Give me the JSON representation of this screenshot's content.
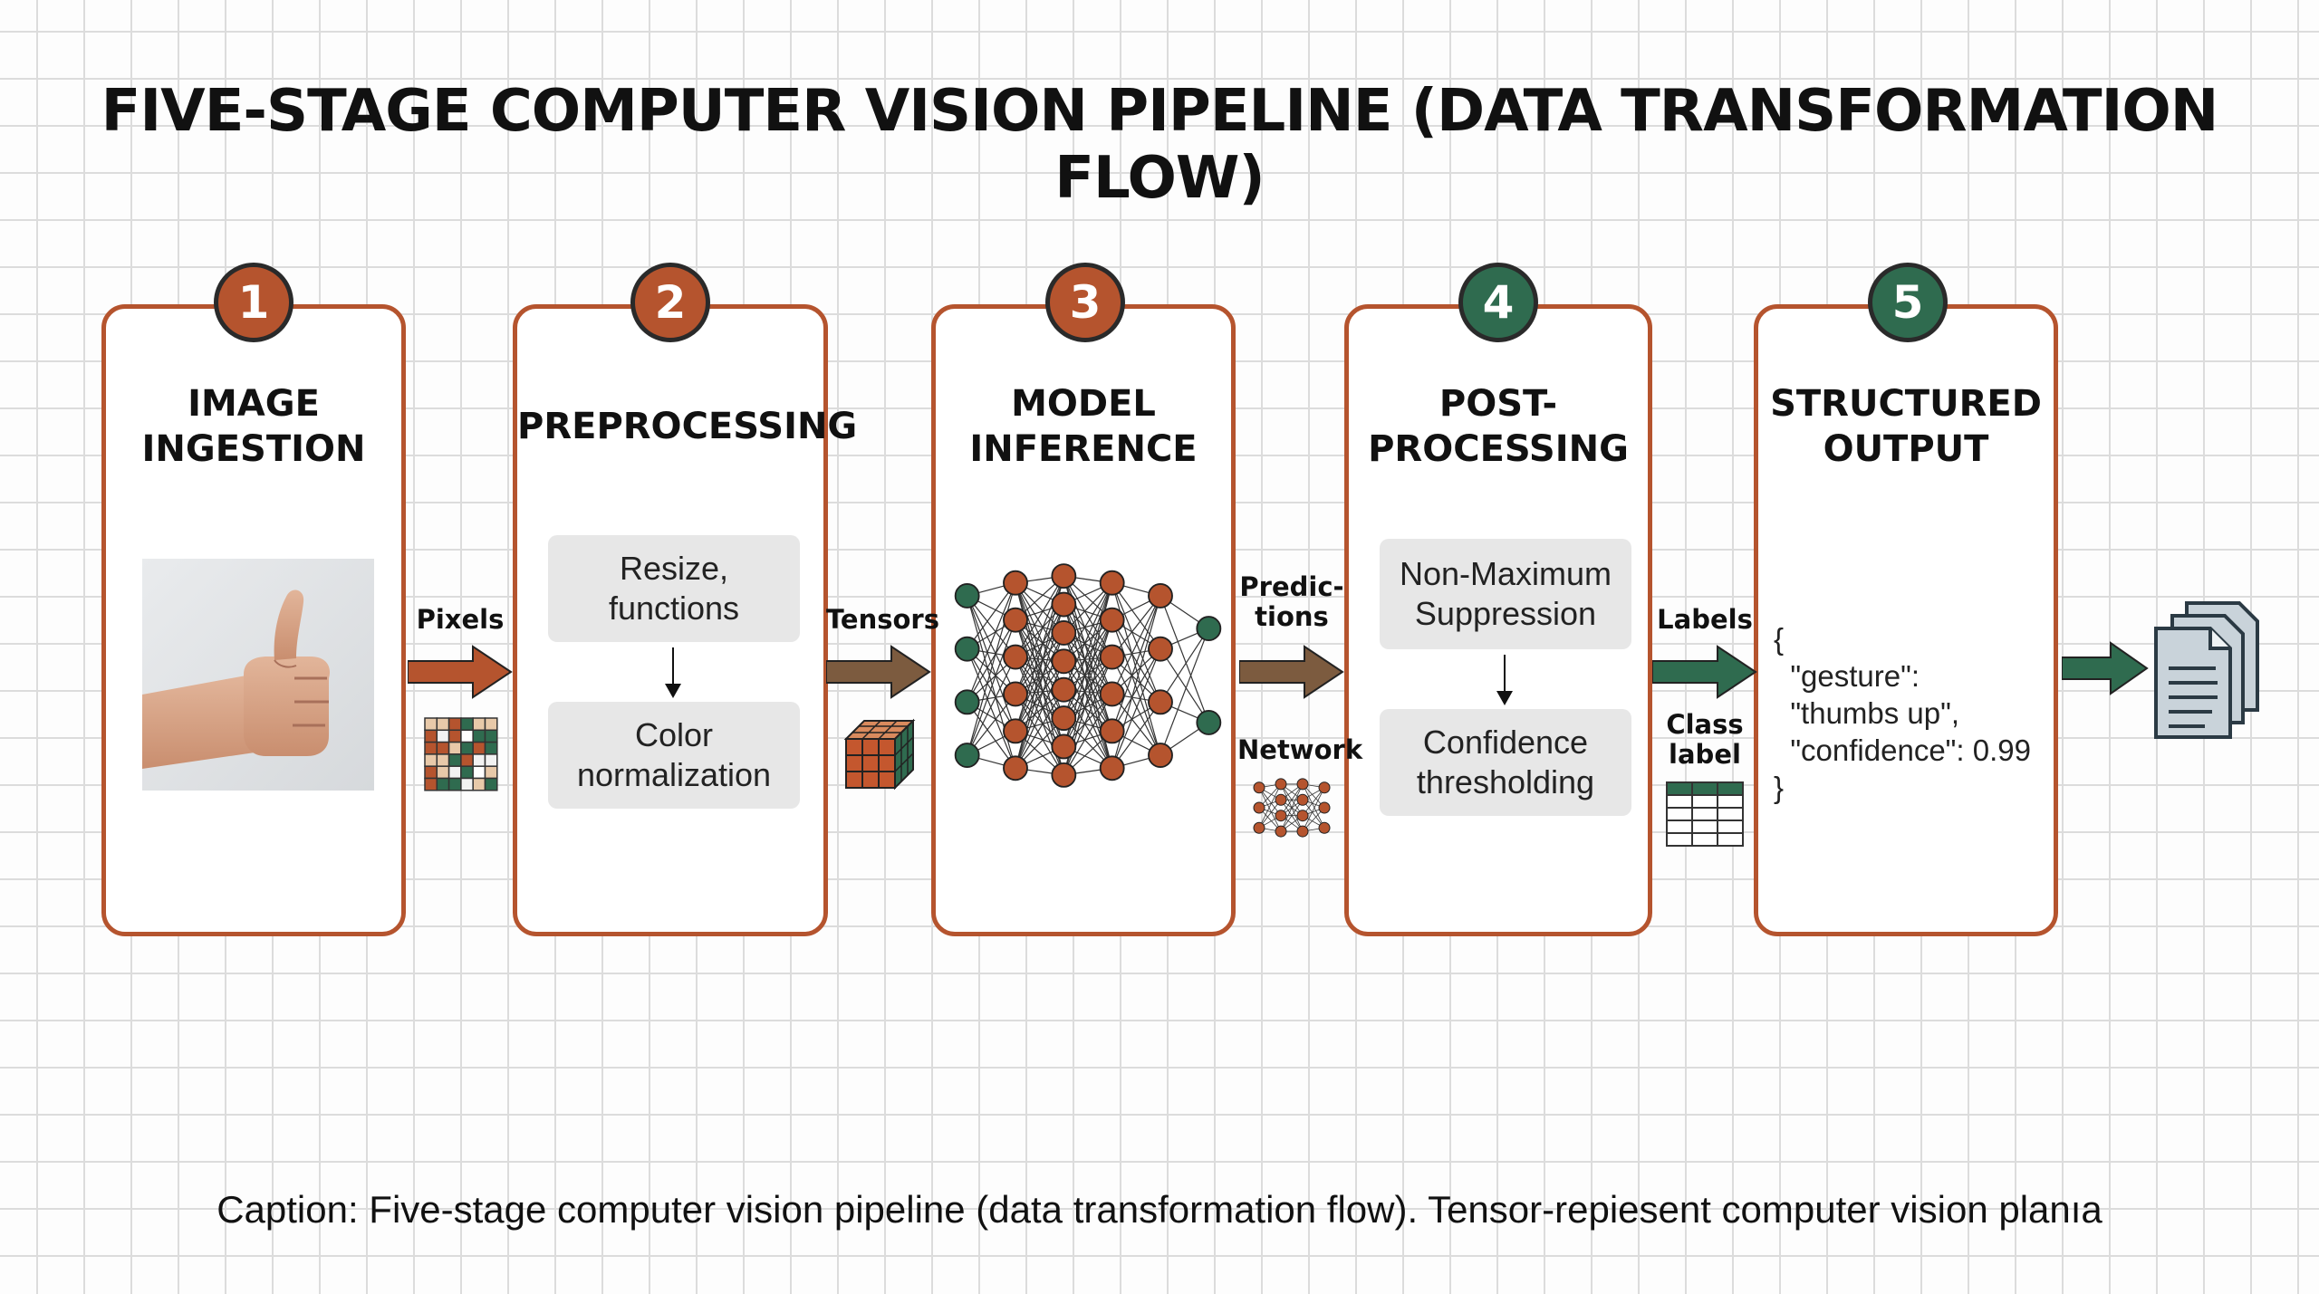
{
  "title": "FIVE-STAGE COMPUTER VISION PIPELINE (DATA TRANSFORMATION FLOW)",
  "stages": [
    {
      "number": "1",
      "title_lines": [
        "IMAGE",
        "INGESTION"
      ]
    },
    {
      "number": "2",
      "title_lines": [
        "PREPROCESSING"
      ],
      "steps": [
        [
          "Resize,",
          "functions"
        ],
        [
          "Color",
          "normalization"
        ]
      ]
    },
    {
      "number": "3",
      "title_lines": [
        "MODEL",
        "INFERENCE"
      ]
    },
    {
      "number": "4",
      "title_lines": [
        "POST-",
        "PROCESSING"
      ],
      "steps": [
        [
          "Non-Maximum",
          "Suppression"
        ],
        [
          "Confidence",
          "thresholding"
        ]
      ]
    },
    {
      "number": "5",
      "title_lines": [
        "STRUCTURED",
        "OUTPUT"
      ],
      "json_lines": [
        "{",
        "  \"gesture\":",
        "  \"thumbs up\",",
        "  \"confidence\": 0.99",
        "}"
      ]
    }
  ],
  "flow_labels": {
    "pixels": "Pixels",
    "tensors": "Tensors",
    "predictions": [
      "Predic-",
      "tions"
    ],
    "network": "Network",
    "labels": "Labels",
    "class_label": [
      "Class",
      "label"
    ]
  },
  "caption": "Caption: Five-stage computer vision pipeline (data transformation flow). Tensor-repiesent computer vision planıa",
  "colors": {
    "orange": "#b5542e",
    "green": "#2f6b4f",
    "brown": "#7c5b3f",
    "step_bg": "#e7e7e7"
  }
}
